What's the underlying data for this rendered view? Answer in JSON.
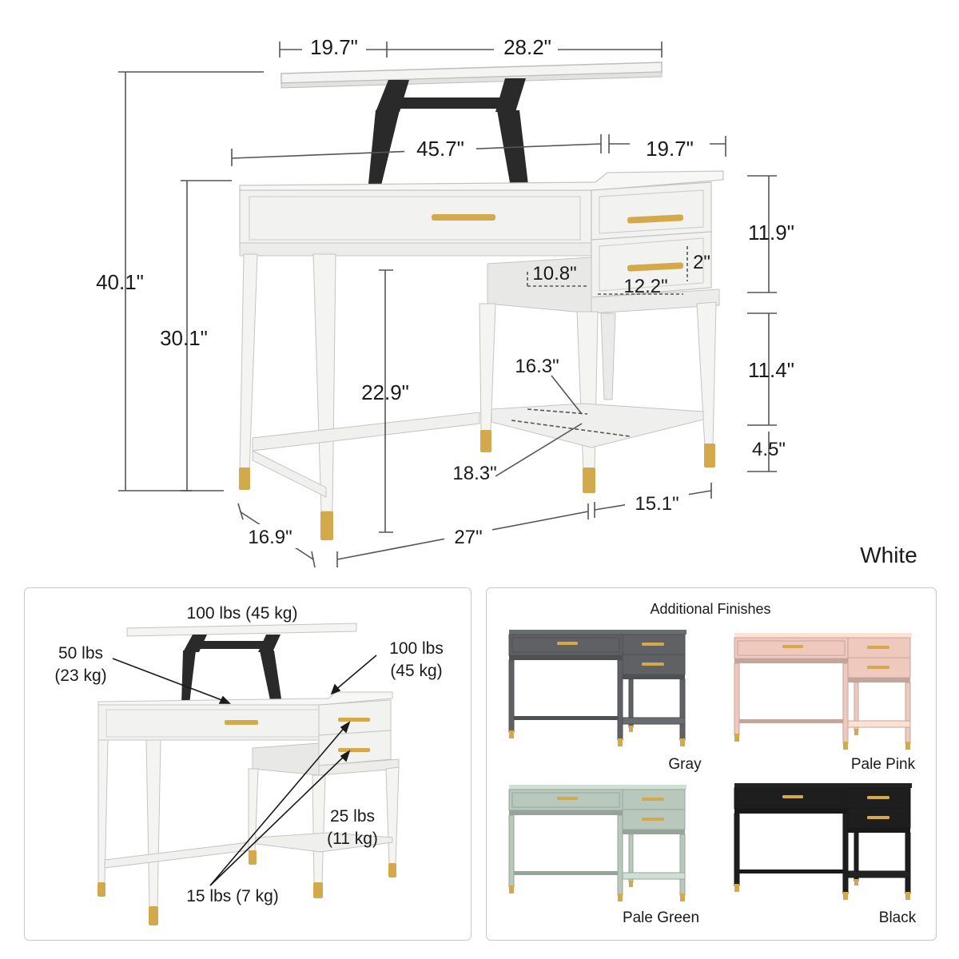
{
  "dimensions": {
    "lift_depth": "19.7\"",
    "lift_width": "28.2\"",
    "overall_width": "45.7\"",
    "cabinet_width": "19.7\"",
    "raised_height": "40.1\"",
    "desk_height": "30.1\"",
    "legroom_height": "22.9\"",
    "drawer_stack_height": "11.9\"",
    "drawer_inner_depth": "10.8\"",
    "drawer_inner_height": "2\"",
    "drawer_inner_width": "12.2\"",
    "shelf_clearance": "11.4\"",
    "shelf_depth": "16.3\"",
    "shelf_width": "18.3\"",
    "shelf_height_from_floor": "4.5\"",
    "desk_depth": "16.9\"",
    "legroom_width": "27\"",
    "cabinet_depth": "15.1\""
  },
  "main_finish": "White",
  "weights": {
    "lift_top": "100 lbs (45 kg)",
    "storage_line1": "50 lbs",
    "storage_line2": "(23 kg)",
    "cabinet_top_line1": "100 lbs",
    "cabinet_top_line2": "(45 kg)",
    "shelf_line1": "25 lbs",
    "shelf_line2": "(11 kg)",
    "drawers": "15 lbs (7 kg)"
  },
  "finishes": {
    "title": "Additional Finishes",
    "items": [
      {
        "name": "Gray",
        "color": "#5f6164"
      },
      {
        "name": "Pale Pink",
        "color": "#efc9bd"
      },
      {
        "name": "Pale Green",
        "color": "#b8c8bd"
      },
      {
        "name": "Black",
        "color": "#1e1e1f"
      }
    ]
  },
  "colors": {
    "desk_white": "#f3f3f2",
    "brass": "#d4a94c",
    "mechanism": "#222222"
  }
}
